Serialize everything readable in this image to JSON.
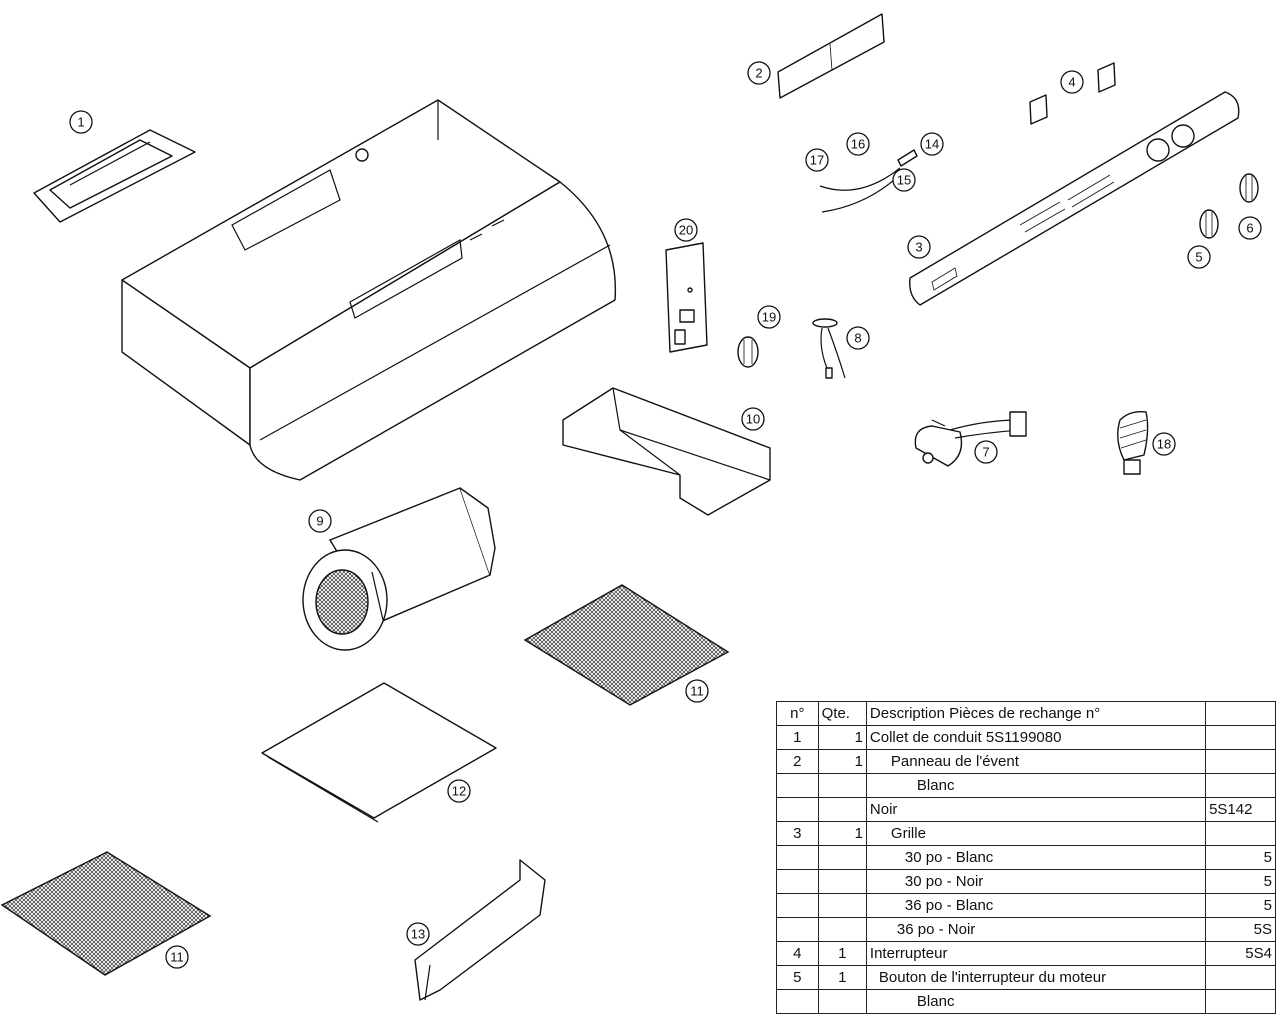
{
  "callouts": [
    "1",
    "2",
    "3",
    "4",
    "5",
    "6",
    "7",
    "8",
    "9",
    "10",
    "11",
    "11",
    "12",
    "13",
    "14",
    "15",
    "16",
    "17",
    "18",
    "20",
    "19"
  ],
  "table": {
    "header": {
      "n": "n°",
      "q": "Qte.",
      "d": "Description  Pièces de rechange n°"
    },
    "rows": [
      {
        "n": "1",
        "q": "1",
        "d": "Collet de conduit   5S1199080",
        "p": ""
      },
      {
        "n": "2",
        "q": "1",
        "d": "Panneau de l'évent",
        "p": ""
      },
      {
        "n": "",
        "q": "",
        "d": "Blanc",
        "p": ""
      },
      {
        "n": "",
        "q": "",
        "d": "Noir",
        "p": "5S142"
      },
      {
        "n": "3",
        "q": "1",
        "d": "Grille",
        "p": ""
      },
      {
        "n": "",
        "q": "",
        "d": "30 po - Blanc",
        "p": "5"
      },
      {
        "n": "",
        "q": "",
        "d": "30 po - Noir",
        "p": "5"
      },
      {
        "n": "",
        "q": "",
        "d": "36 po - Blanc",
        "p": "5"
      },
      {
        "n": "",
        "q": "",
        "d": "36 po - Noir",
        "p": "5S"
      },
      {
        "n": "4",
        "q": "1",
        "d": "Interrupteur",
        "p": "5S4"
      },
      {
        "n": "5",
        "q": "1",
        "d": "Bouton de l'interrupteur du moteur",
        "p": ""
      },
      {
        "n": "",
        "q": "",
        "d": "Blanc",
        "p": ""
      }
    ]
  }
}
